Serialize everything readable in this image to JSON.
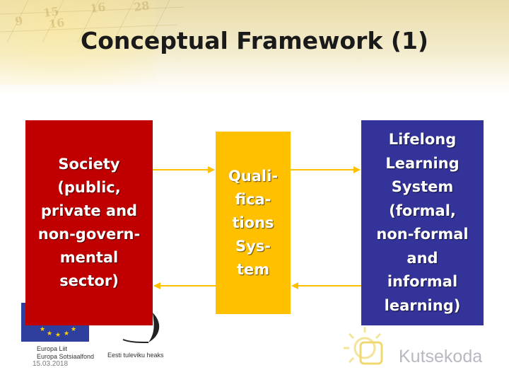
{
  "slide": {
    "title": "Conceptual Framework (1)"
  },
  "boxes": {
    "society": "Society\n(public,\nprivate and\nnon-govern-\nmental\nsector)",
    "qualifications": "Quali-\nfica-\ntions\nSys-\ntem",
    "lifelong_learning": "Lifelong\nLearning\nSystem\n(formal,\nnon-formal\nand\ninformal\nlearning)"
  },
  "footer": {
    "eu_line1": "Europa Liit",
    "eu_line2": "Europa Sotsiaalfond",
    "eesti": "Eesti tuleviku heaks",
    "date": "15.03.2018",
    "brand": "Kutsekoda"
  },
  "colors": {
    "society": "#c00000",
    "qualifications": "#ffc000",
    "lifelong_learning": "#333399",
    "arrow": "#ffc000"
  },
  "icons": [
    "eu-flag-logo",
    "eesti-swoosh-logo",
    "kutsekoda-sun-logo"
  ]
}
